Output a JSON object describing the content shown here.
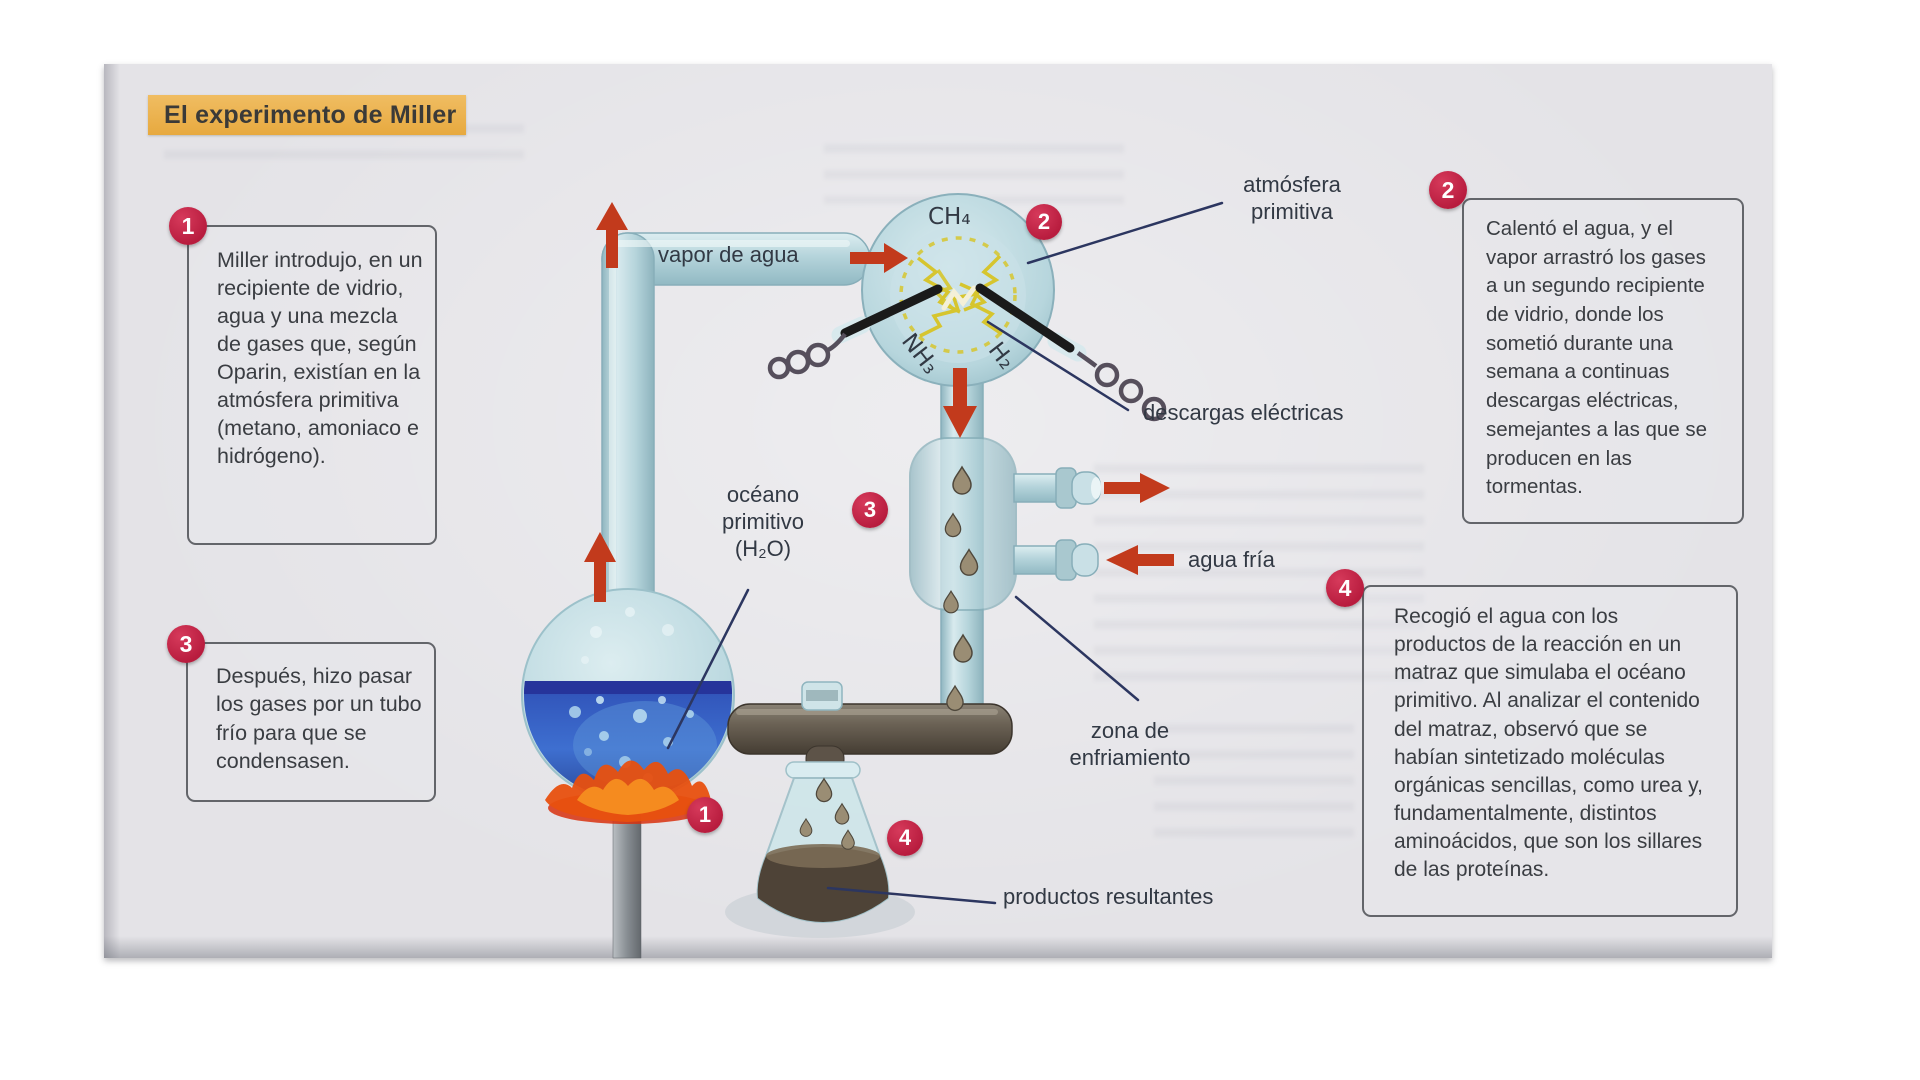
{
  "title": "El experimento de Miller",
  "colors": {
    "banner": "#e7a93f",
    "badge": "#b81c3e",
    "arrow": "#c23a1c",
    "leader_line": "#2c3660",
    "glass": "#b5d4db",
    "water": "#3b63c0",
    "flame": "#f07b1f"
  },
  "steps": [
    {
      "number": "1",
      "text": "Miller introdujo, en un recipiente de vidrio, agua y una mezcla de gases que, según Oparin, existían en la atmósfera primitiva (metano, amoniaco e hidrógeno)."
    },
    {
      "number": "2",
      "text": "Calentó el agua, y el vapor arrastró los gases a un segundo recipiente de vidrio, donde los sometió durante una semana a continuas descargas eléctricas, semejantes a las que se producen en las tormentas."
    },
    {
      "number": "3",
      "text": "Después, hizo pasar los gases por un tubo frío para que se condensasen."
    },
    {
      "number": "4",
      "text": "Recogió el agua con los productos de la reacción en un matraz que simulaba el océano primitivo. Al analizar el contenido del matraz, observó que se habían sintetizado moléculas orgánicas sencillas, como urea y, fundamentalmente, distintos aminoácidos, que son los sillares de las proteínas."
    }
  ],
  "diagram": {
    "labels": {
      "vapor_de_agua": "vapor de agua",
      "ch4": "CH₄",
      "nh3": "NH₃",
      "h2": "H₂",
      "atmosfera_primitiva": "atmósfera\nprimitiva",
      "descargas_electricas": "descargas eléctricas",
      "oceano_primitivo": "océano\nprimitivo\n(H₂O)",
      "agua_fria": "agua fría",
      "zona_enfriamiento": "zona de\nenfriamiento",
      "productos_resultantes": "productos resultantes"
    },
    "badge_markers": [
      "1",
      "2",
      "3",
      "4"
    ]
  }
}
